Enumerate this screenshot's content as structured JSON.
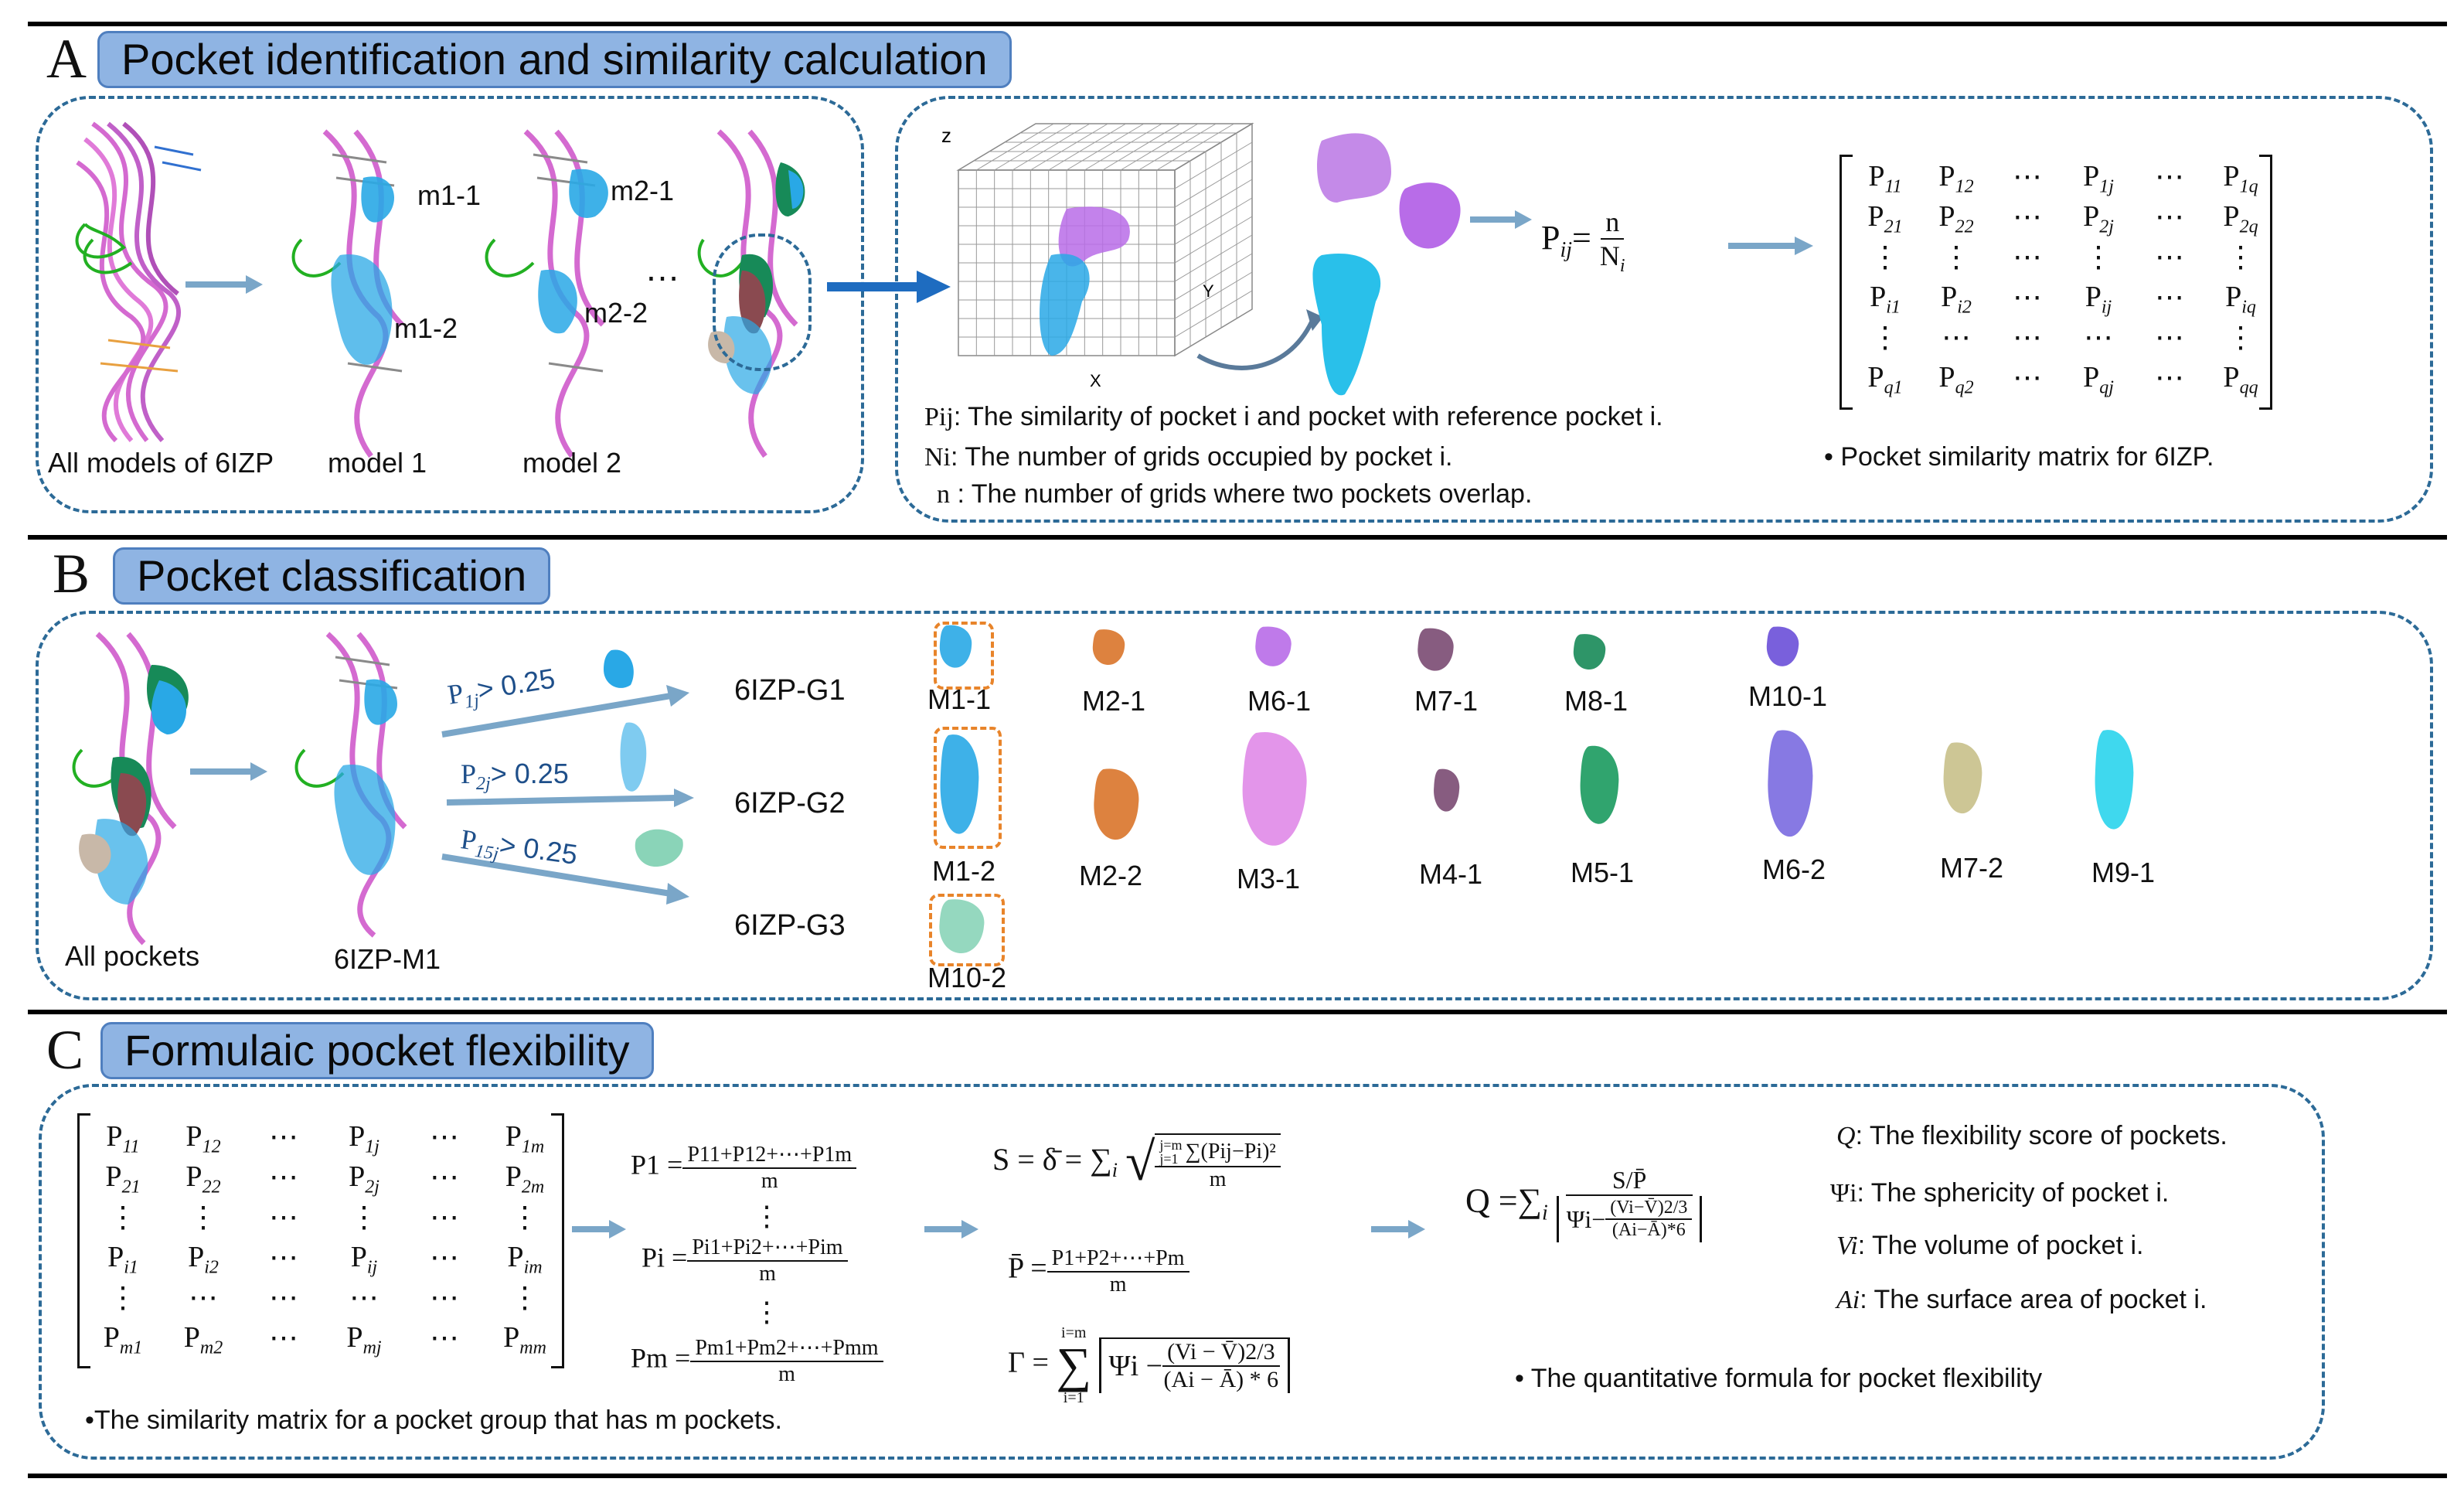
{
  "panel_a": {
    "letter": "A",
    "title": "Pocket identification and similarity calculation",
    "labels": {
      "all_models": "All models of 6IZP",
      "model1": "model 1",
      "model2": "model 2",
      "m1_1": "m1-1",
      "m1_2": "m1-2",
      "m2_1": "m2-1",
      "m2_2": "m2-2",
      "ellipsis": "…"
    },
    "axes": {
      "z": "z",
      "y": "Y",
      "x": "X"
    },
    "formula": {
      "lhs": "P",
      "lhs_sub": "ij",
      "eq": "=",
      "num": "n",
      "den": "N",
      "den_sub": "i"
    },
    "matrix": [
      [
        "P11",
        "P12",
        "⋯",
        "P1j",
        "⋯",
        "P1q"
      ],
      [
        "P21",
        "P22",
        "⋯",
        "P2j",
        "⋯",
        "P2q"
      ],
      [
        "⋮",
        "⋮",
        "⋯",
        "⋮",
        "⋯",
        "⋮"
      ],
      [
        "Pi1",
        "Pi2",
        "⋯",
        "Pij",
        "⋯",
        "Piq"
      ],
      [
        "⋮",
        "⋯",
        "⋯",
        "⋯",
        "⋯",
        "⋮"
      ],
      [
        "Pq1",
        "Pq2",
        "⋯",
        "Pqj",
        "⋯",
        "Pqq"
      ]
    ],
    "defs": [
      {
        "sym": "Pij",
        "text": ": The similarity of pocket i and pocket with reference pocket i."
      },
      {
        "sym": "Ni",
        "text": ": The number of grids occupied by pocket i."
      },
      {
        "sym": "n",
        "text": " : The number of grids where two pockets overlap."
      }
    ],
    "note": "• Pocket similarity matrix for 6IZP."
  },
  "panel_b": {
    "letter": "B",
    "title": "Pocket classification",
    "labels": {
      "all_pockets": "All pockets",
      "model_m1": "6IZP-M1",
      "g1": "6IZP-G1",
      "g2": "6IZP-G2",
      "g3": "6IZP-G3"
    },
    "thresholds": [
      "P1j > 0.25",
      "P2j > 0.25",
      "P15j > 0.25"
    ],
    "threshold_parts": [
      {
        "sym": "P",
        "sub": "1j",
        "rest": "> 0.25"
      },
      {
        "sym": "P",
        "sub": "2j",
        "rest": "> 0.25"
      },
      {
        "sym": "P",
        "sub": "15j",
        "rest": "> 0.25"
      }
    ],
    "pockets": [
      {
        "label": "M1-1",
        "color": "#29a8e6"
      },
      {
        "label": "M2-1",
        "color": "#d9742a"
      },
      {
        "label": "M6-1",
        "color": "#b86ce8"
      },
      {
        "label": "M7-1",
        "color": "#7a4a72"
      },
      {
        "label": "M8-1",
        "color": "#178a58"
      },
      {
        "label": "M10-1",
        "color": "#6a4fd8"
      },
      {
        "label": "M1-2",
        "color": "#29a8e6"
      },
      {
        "label": "M2-2",
        "color": "#d9742a"
      },
      {
        "label": "M3-1",
        "color": "#e08ae8"
      },
      {
        "label": "M4-1",
        "color": "#7a4a72"
      },
      {
        "label": "M5-1",
        "color": "#1a9a5e"
      },
      {
        "label": "M6-2",
        "color": "#7a6ae0"
      },
      {
        "label": "M7-2",
        "color": "#c8c08a"
      },
      {
        "label": "M9-1",
        "color": "#2ad4ec"
      },
      {
        "label": "M10-2",
        "color": "#8ad4b8"
      }
    ]
  },
  "panel_c": {
    "letter": "C",
    "title": "Formulaic pocket flexibility",
    "matrix": [
      [
        "P11",
        "P12",
        "⋯",
        "P1j",
        "⋯",
        "P1m"
      ],
      [
        "P21",
        "P22",
        "⋯",
        "P2j",
        "⋯",
        "P2m"
      ],
      [
        "⋮",
        "⋮",
        "⋯",
        "⋮",
        "⋯",
        "⋮"
      ],
      [
        "Pi1",
        "Pi2",
        "⋯",
        "Pij",
        "⋯",
        "Pim"
      ],
      [
        "⋮",
        "⋯",
        "⋯",
        "⋯",
        "⋯",
        "⋮"
      ],
      [
        "Pm1",
        "Pm2",
        "⋯",
        "Pmj",
        "⋯",
        "Pmm"
      ]
    ],
    "matrix_note": "•The similarity matrix for a pocket group that has m pockets.",
    "means": [
      {
        "lhs": "P1",
        "num": "P11+P12+⋯+P1m",
        "den": "m"
      },
      {
        "lhs": "Pi",
        "num": "Pi1+Pi2+⋯+Pim",
        "den": "m"
      },
      {
        "lhs": "Pm",
        "num": "Pm1+Pm2+⋯+Pmm",
        "den": "m"
      }
    ],
    "s_formula": {
      "lhs": "S = δ̄ = ∑",
      "sub": "i",
      "num": "∑(Pij−Pi)²",
      "num_upper": "j=m",
      "num_lower": "j=1",
      "den": "m"
    },
    "pbar_formula": {
      "lhs": "P̄ =",
      "num": "P1+P2+⋯+Pm",
      "den": "m"
    },
    "gamma_formula": {
      "lhs": "Γ =",
      "sum_upper": "i=m",
      "sum_lower": "i=1",
      "psi": "Ψi −",
      "num": "(Vi − V̄)2/3",
      "den": "(Ai − Ā) * 6"
    },
    "q_formula": {
      "lhs": "Q =∑",
      "sub": "i",
      "num": "S/P̄",
      "psi": "Ψi−",
      "inner_num": "(Vi−V̄)2/3",
      "inner_den": "(Ai−Ā)*6"
    },
    "defs": [
      {
        "sym": "Q",
        "text": ": The flexibility score of pockets."
      },
      {
        "sym": "Ψi",
        "text": ": The sphericity of pocket i."
      },
      {
        "sym": "Vi",
        "text": ": The volume of pocket i."
      },
      {
        "sym": "Ai",
        "text": ":  The surface area of pocket i."
      }
    ],
    "note": "• The quantitative formula for pocket flexibility"
  }
}
